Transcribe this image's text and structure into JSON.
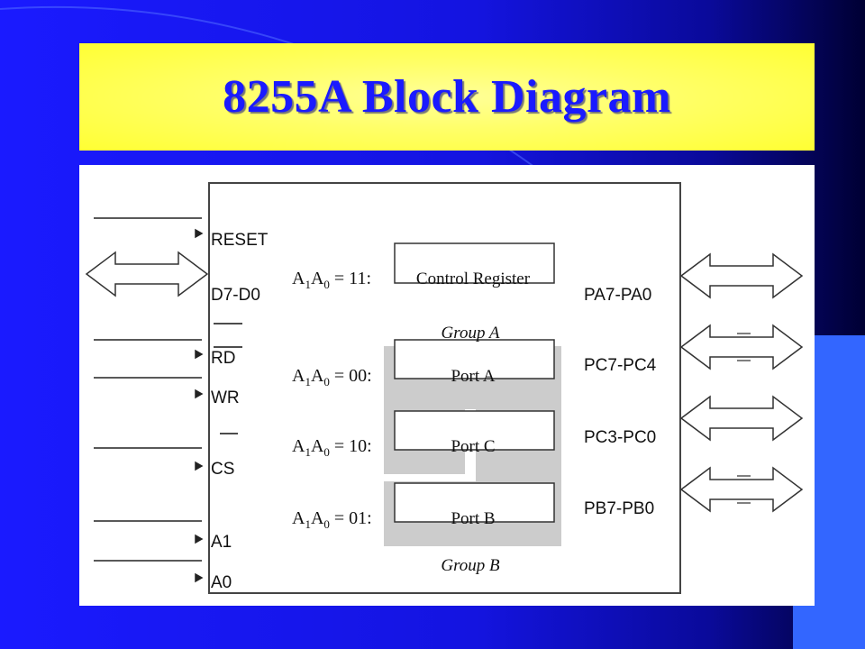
{
  "title": "8255A Block Diagram",
  "colors": {
    "background": "#1a1aff",
    "title_bar": "#ffff66",
    "title_text": "#1a1aff",
    "accent_bar": "#3366ff",
    "group_shading": "#cccccc"
  },
  "diagram": {
    "left_pins": {
      "reset": "RESET",
      "data_bus": "D7-D0",
      "rd": "RD",
      "wr": "WR",
      "cs": "CS",
      "a1": "A1",
      "a0": "A0"
    },
    "address_rows": [
      {
        "prefix_main": "A",
        "sub1": "1",
        "mid": "A",
        "sub2": "0",
        "code": " = 11:"
      },
      {
        "prefix_main": "A",
        "sub1": "1",
        "mid": "A",
        "sub2": "0",
        "code": " = 00:"
      },
      {
        "prefix_main": "A",
        "sub1": "1",
        "mid": "A",
        "sub2": "0",
        "code": " = 10:"
      },
      {
        "prefix_main": "A",
        "sub1": "1",
        "mid": "A",
        "sub2": "0",
        "code": " = 01:"
      }
    ],
    "registers": {
      "control": "Control Register",
      "port_a": "Port A",
      "port_c": "Port C",
      "port_b": "Port B"
    },
    "groups": {
      "a": "Group A",
      "b": "Group B"
    },
    "right_ports": {
      "pa": "PA7-PA0",
      "pc_upper": "PC7-PC4",
      "pc_lower": "PC3-PC0",
      "pb": "PB7-PB0"
    }
  }
}
